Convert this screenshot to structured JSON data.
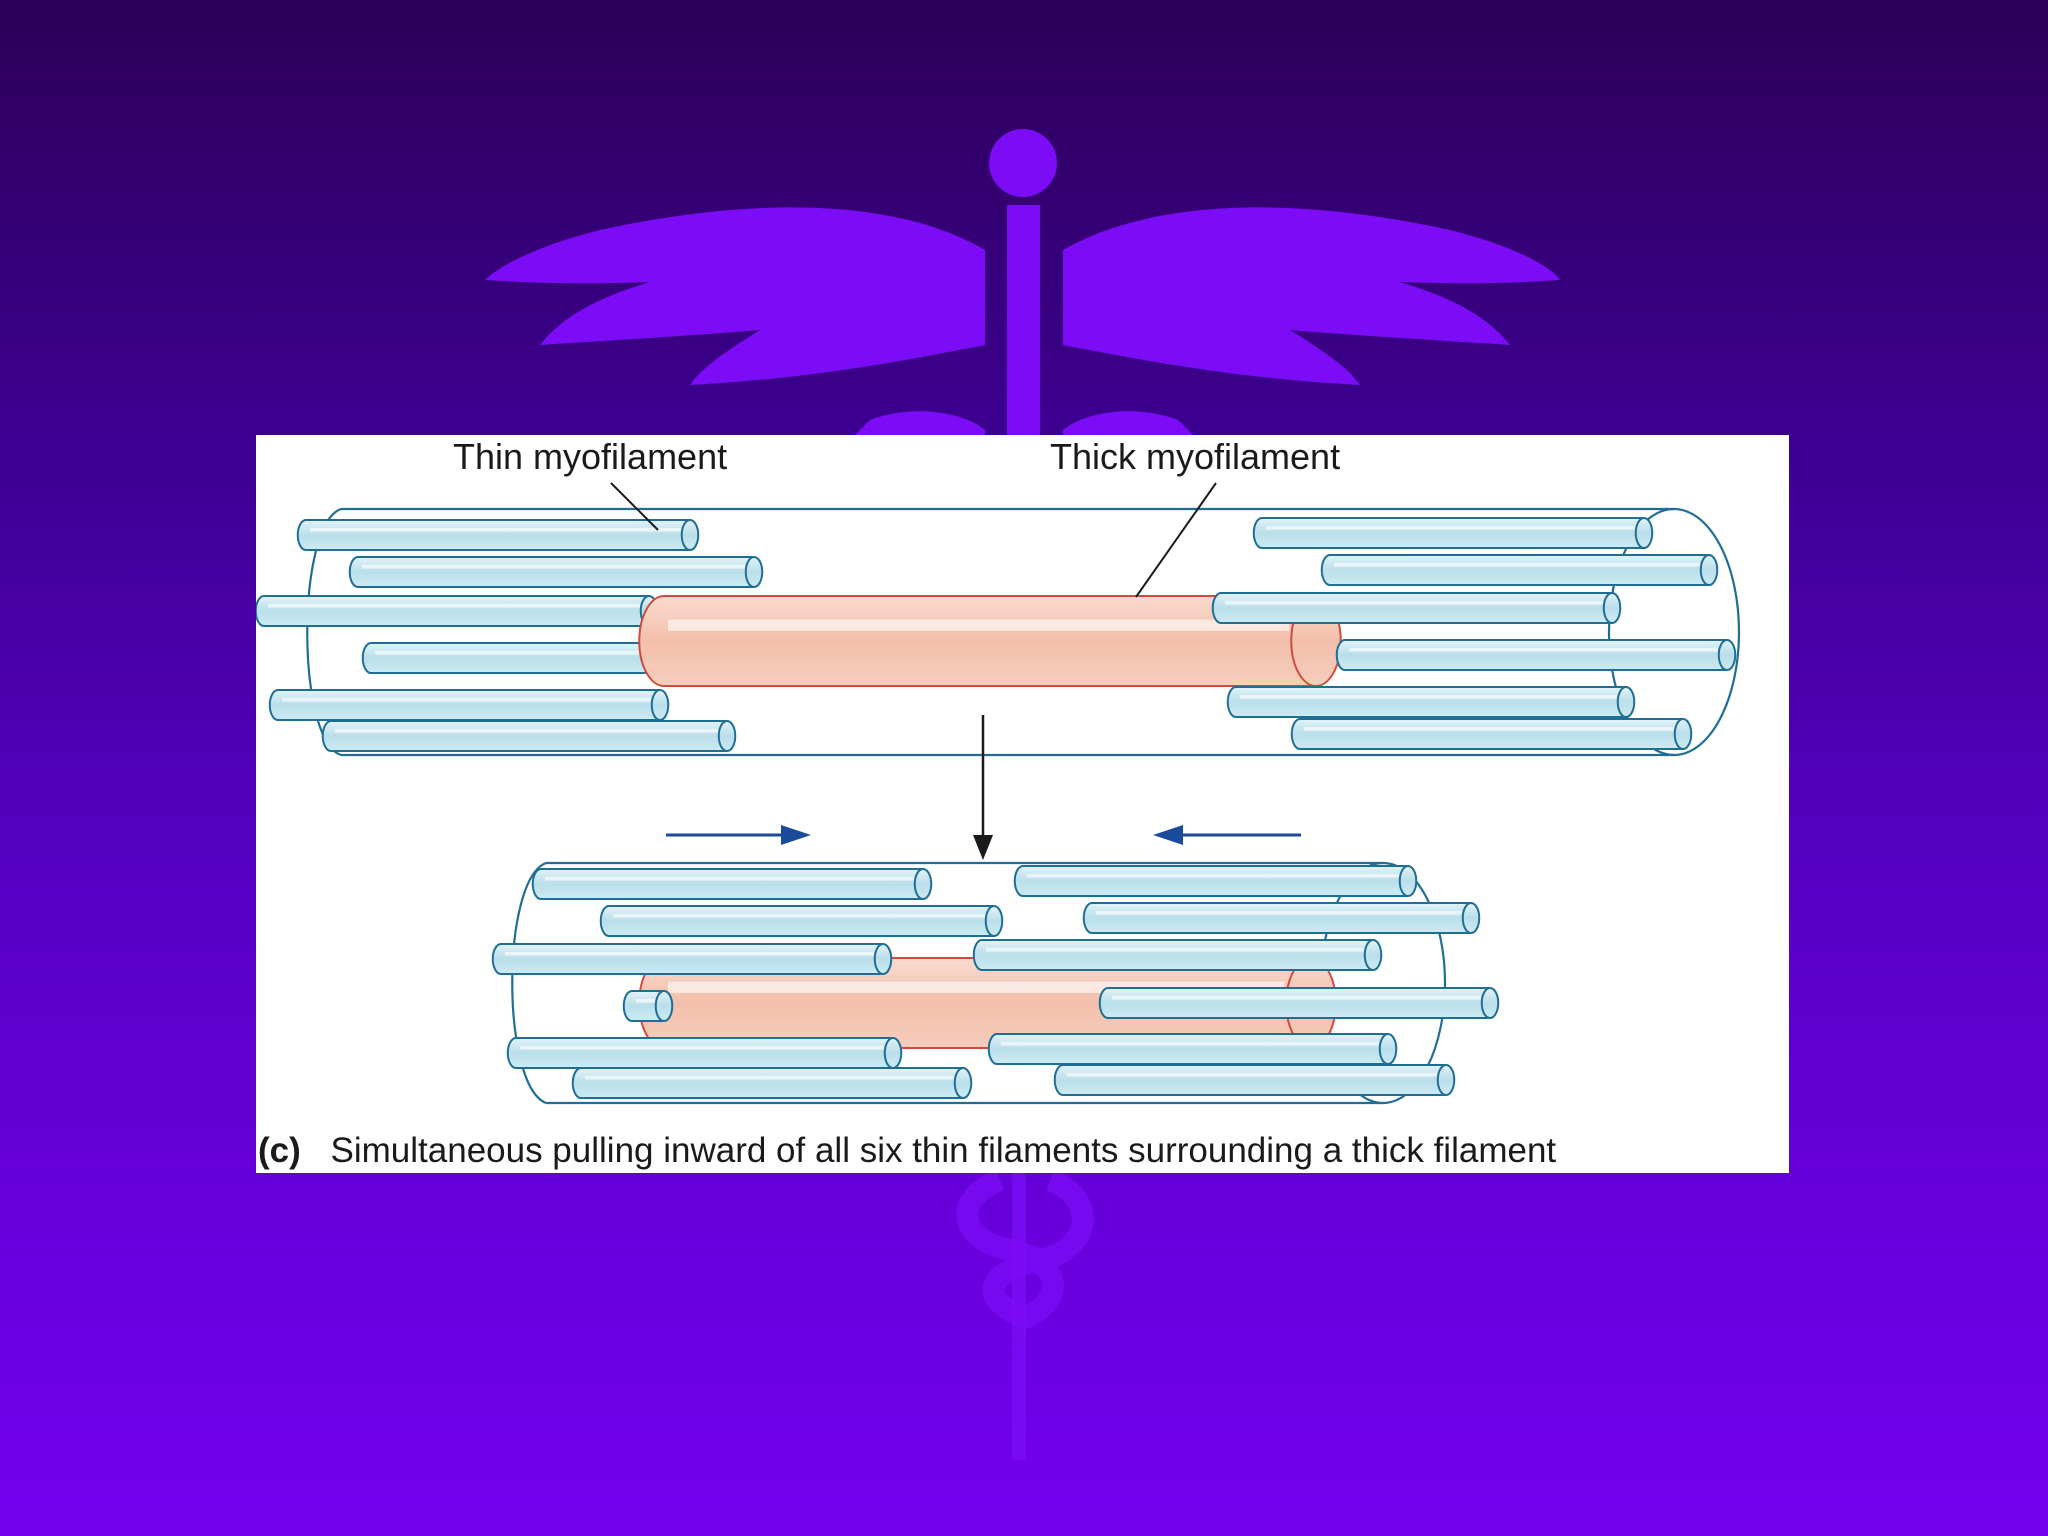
{
  "figure": {
    "labels": {
      "thin_myofilament": "Thin myofilament",
      "thick_myofilament": "Thick myofilament"
    },
    "caption": {
      "panel_letter": "(c)",
      "text": "Simultaneous pulling inward of all six thin filaments surrounding a thick filament"
    }
  },
  "colors": {
    "background_top": "#2c0058",
    "background_bottom": "#7300ee",
    "caduceus": "#7b0cf5",
    "thin_filament": "#bfe3ee",
    "thin_filament_outline": "#1e6e96",
    "thick_filament": "#f6c8b6",
    "thick_filament_outline": "#d24a3c",
    "direction_arrow": "#1a4a9a"
  },
  "icons": {
    "background": "caduceus-icon",
    "transition": "down-arrow-icon",
    "pull_left": "right-arrow-icon",
    "pull_right": "left-arrow-icon"
  }
}
